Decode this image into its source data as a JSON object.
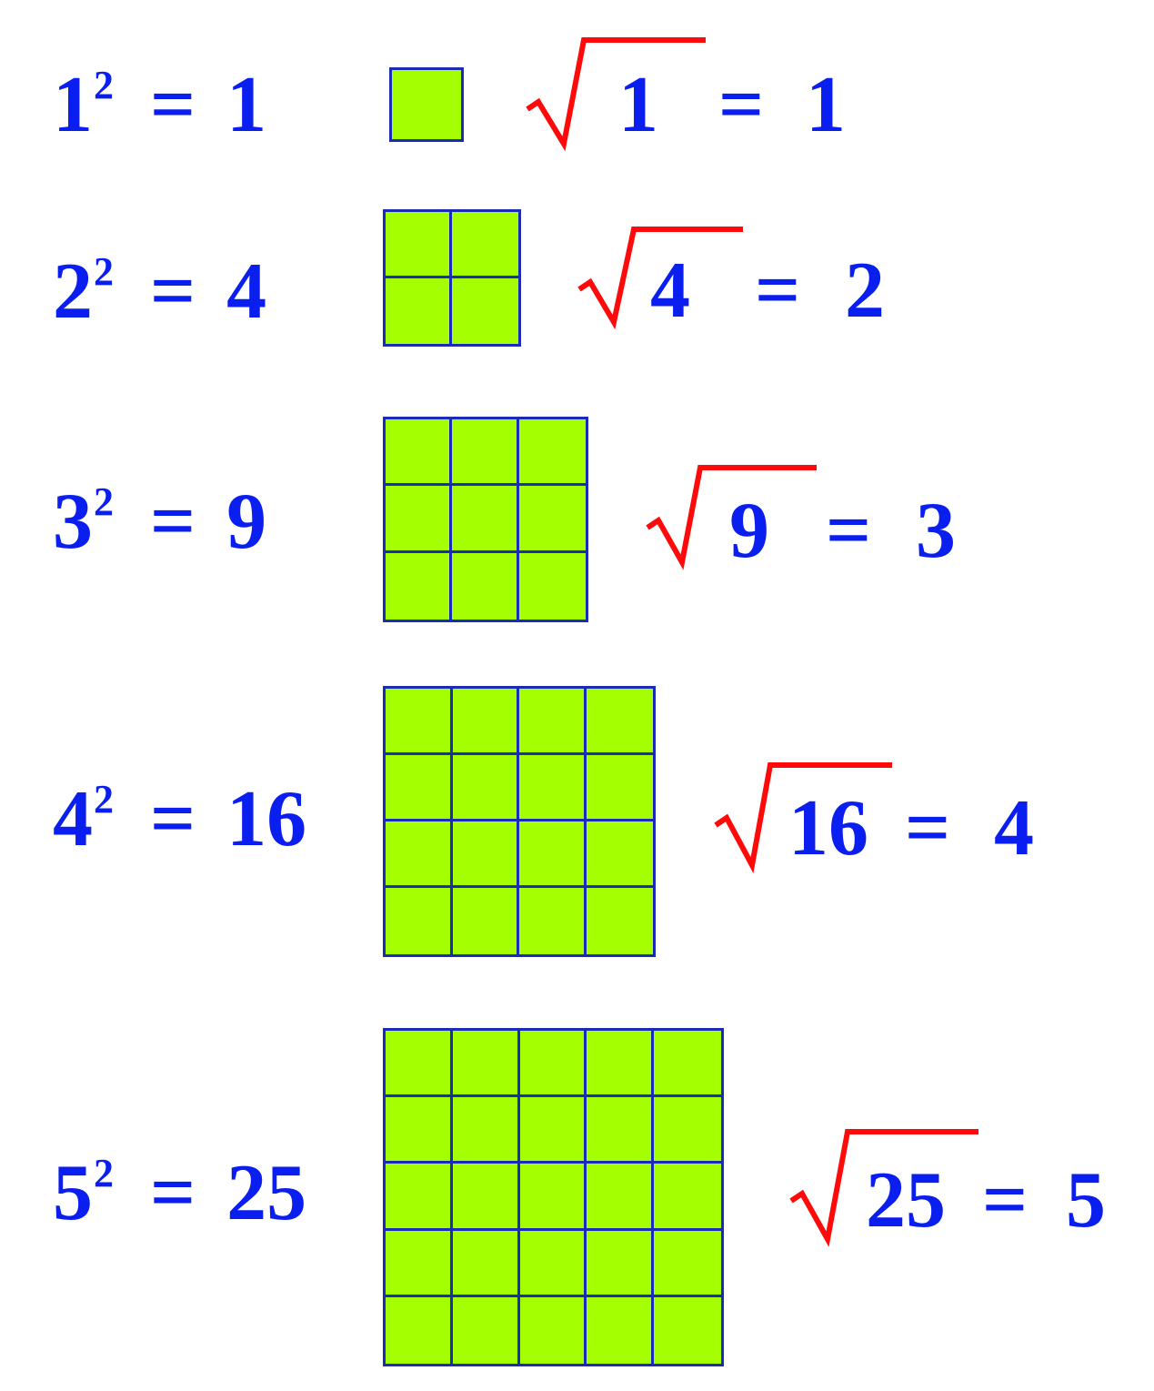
{
  "colors": {
    "text": "#0a1ef0",
    "radical": "#ff0a0a",
    "square_fill": "#a4ff00",
    "square_border": "#1a2bb8"
  },
  "rows": [
    {
      "base": "1",
      "exponent": "2",
      "equals": "=",
      "square": "1",
      "grid_n": 1,
      "radicand": "1",
      "root_equals": "=",
      "root": "1"
    },
    {
      "base": "2",
      "exponent": "2",
      "equals": "=",
      "square": "4",
      "grid_n": 2,
      "radicand": "4",
      "root_equals": "=",
      "root": "2"
    },
    {
      "base": "3",
      "exponent": "2",
      "equals": "=",
      "square": "9",
      "grid_n": 3,
      "radicand": "9",
      "root_equals": "=",
      "root": "3"
    },
    {
      "base": "4",
      "exponent": "2",
      "equals": "=",
      "square": "16",
      "grid_n": 4,
      "radicand": "16",
      "root_equals": "=",
      "root": "4"
    },
    {
      "base": "5",
      "exponent": "2",
      "equals": "=",
      "square": "25",
      "grid_n": 5,
      "radicand": "25",
      "root_equals": "=",
      "root": "5"
    }
  ]
}
